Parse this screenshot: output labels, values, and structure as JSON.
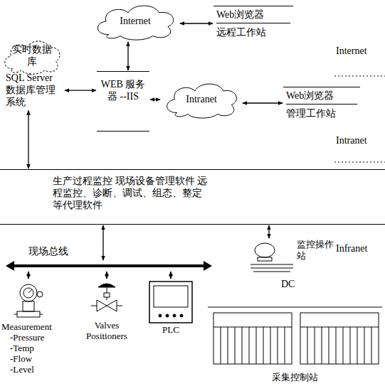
{
  "diagram": {
    "nodes": [
      {
        "text": [
          "Internet"
        ]
      },
      {
        "text": [
          "Web浏览器",
          "远程工作站"
        ]
      },
      {
        "text": [
          "实时数据库"
        ]
      },
      {
        "text": [
          "SQL Server 数据库管理系统"
        ]
      },
      {
        "text": [
          "WEB 服务器 --IIS"
        ]
      },
      {
        "text": [
          "Intranet"
        ]
      },
      {
        "text": [
          "Web浏览器",
          "管理工作站"
        ]
      },
      {
        "text": [
          "生产过程监控 现场设备管理软件 远程监控、诊断、调试、组态、整定等代理软件"
        ]
      },
      {
        "text": [
          "现场总线"
        ]
      },
      {
        "text": [
          "Measurement",
          "-Pressure",
          "-Temp",
          "-Flow",
          "-Level"
        ]
      },
      {
        "text": [
          "Valves Positioners"
        ]
      },
      {
        "text": [
          "PLC"
        ]
      },
      {
        "text": [
          "监控操作站",
          "DC"
        ]
      },
      {
        "text": [
          "采集控制站"
        ]
      }
    ],
    "edges": [
      {
        "from": 0,
        "to": 1,
        "arrow": "both"
      },
      {
        "from": 0,
        "to": 4,
        "arrow": "both"
      },
      {
        "from": 3,
        "to": 4,
        "arrow": "both"
      },
      {
        "from": 4,
        "to": 5,
        "arrow": "both"
      },
      {
        "from": 5,
        "to": 6,
        "arrow": "both"
      },
      {
        "from": 3,
        "to": 7,
        "arrow": "both"
      },
      {
        "from": 7,
        "to": 8,
        "arrow": "both"
      },
      {
        "from": 8,
        "to": 9,
        "arrow": "both"
      },
      {
        "from": 8,
        "to": 10,
        "arrow": "both"
      },
      {
        "from": 8,
        "to": 11,
        "arrow": "both"
      },
      {
        "from": 7,
        "to": 12,
        "arrow": "both"
      }
    ],
    "labels": [
      "Internet",
      "Intranet",
      "Infranet"
    ]
  }
}
